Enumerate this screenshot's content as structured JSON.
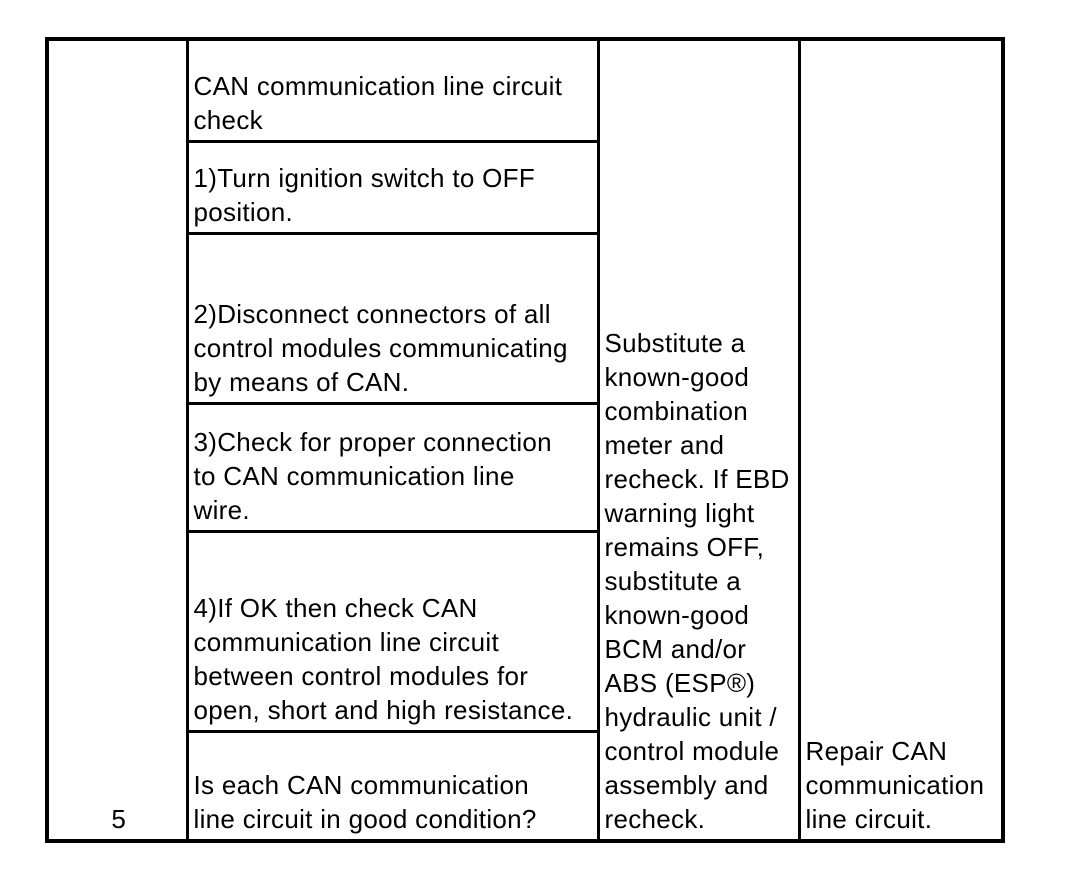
{
  "page": {
    "background_color": "#ffffff",
    "text_color": "#000000",
    "border_color": "#000000"
  },
  "diagnostic_table": {
    "step_number": "5",
    "procedure_rows": [
      "CAN communication line circuit\ncheck",
      "1)Turn ignition switch to OFF\nposition.",
      "2)Disconnect connectors of all\ncontrol modules communicating\nby means of CAN.",
      "3)Check for proper connection\nto CAN communication line\nwire.",
      "4)If OK then check CAN\ncommunication line circuit\nbetween control modules for\nopen, short and high resistance.",
      "Is each CAN communication\nline circuit in good condition?"
    ],
    "substitute_cell": "Substitute a\nknown-good\ncombination\nmeter and\nrecheck. If EBD\nwarning light\nremains OFF,\nsubstitute a\nknown-good\nBCM and/or\nABS (ESP®)\nhydraulic unit /\ncontrol module\nassembly and\nrecheck.",
    "repair_cell": "Repair CAN\ncommunication\nline circuit."
  }
}
